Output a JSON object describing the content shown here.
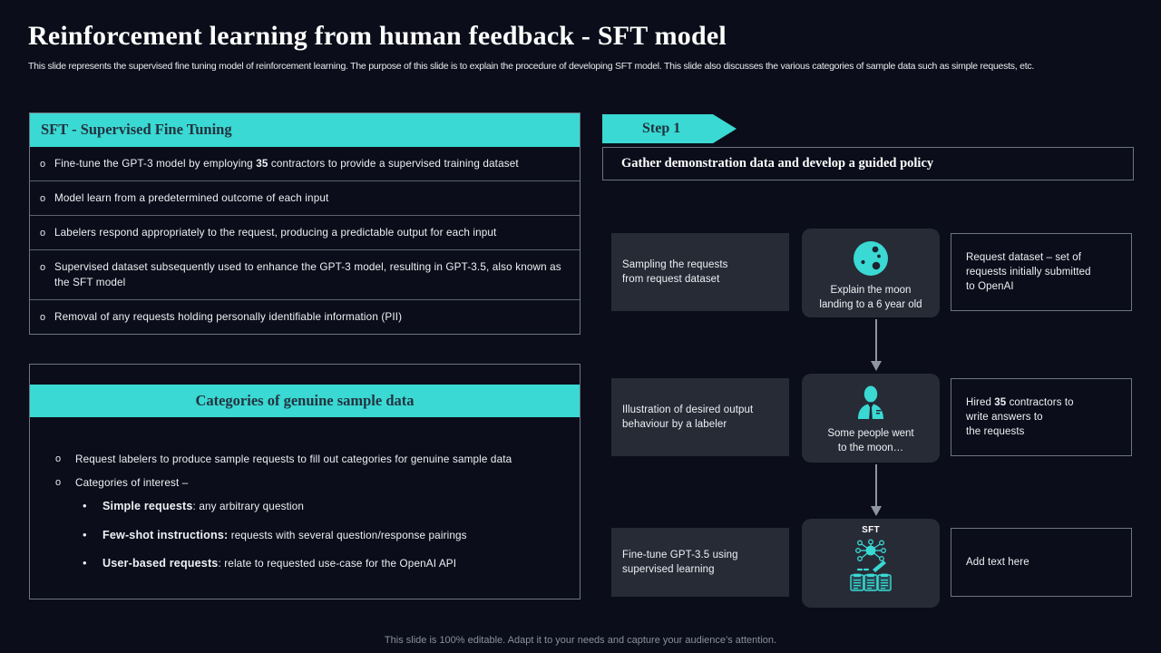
{
  "header": {
    "title": "Reinforcement learning from human feedback - SFT model",
    "subtitle": "This slide represents the supervised fine tuning model of reinforcement learning. The purpose of this slide is to explain the procedure of developing SFT model. This slide also discusses the various categories of sample data such as simple requests, etc."
  },
  "colors": {
    "background": "#0b0e1a",
    "accent": "#3ad9d3",
    "card": "#272b36",
    "border": "#6e7480",
    "text": "#eef0f4",
    "muted": "#8b8f9c"
  },
  "sft_panel": {
    "heading": "SFT - Supervised Fine Tuning",
    "bullet_marker": "o",
    "rows": [
      {
        "pre": "Fine-tune  the GPT-3  model  by employing ",
        "bold": "35",
        "post": " contractors  to provide   a supervised  training  dataset"
      },
      {
        "pre": "Model learn  from  a predetermined  outcome  of each input",
        "bold": "",
        "post": ""
      },
      {
        "pre": "Labelers  respond  appropriately  to the request, producing  a predictable  output for  each input",
        "bold": "",
        "post": ""
      },
      {
        "pre": "Supervised  dataset subsequently used to enhance the GPT-3  model, resulting in GPT-3.5,  also known as the SFT model",
        "bold": "",
        "post": ""
      },
      {
        "pre": "Removal  of any requests holding  personally  identifiable  information  (PII)",
        "bold": "",
        "post": ""
      }
    ]
  },
  "categories_panel": {
    "heading": "Categories of genuine sample data",
    "bullet_marker": "o",
    "sub_marker": "•",
    "items": [
      "Request labelers  to produce  sample requests to fill out categories for genuine  sample data",
      "Categories  of interest –"
    ],
    "sub_items": [
      {
        "label": "Simple requests",
        "desc": ": any arbitrary  question"
      },
      {
        "label": "Few-shot instructions:",
        "desc": " requests with several  question/response  pairings"
      },
      {
        "label": "User-based requests",
        "desc": ": relate to requested  use-case  for the OpenAI API"
      }
    ]
  },
  "step": {
    "badge": "Step 1",
    "title": "Gather demonstration data and develop a guided policy"
  },
  "flow": {
    "rows": [
      {
        "left": "Sampling the requests\nfrom request dataset",
        "center_icon": "moon-icon",
        "center_caption": "Explain the moon\nlanding to a 6 year old",
        "center_label": "",
        "right_pre": "Request dataset – set of\nrequests initially submitted\nto OpenAI",
        "right_bold": "",
        "right_post": ""
      },
      {
        "left": "Illustration of desired output\nbehaviour  by a labeler",
        "center_icon": "person-icon",
        "center_caption": "Some people  went\nto the moon…",
        "center_label": "",
        "right_pre": "Hired ",
        "right_bold": "35",
        "right_post": " contractors to\nwrite answers to\nthe requests"
      },
      {
        "left": "Fine-tune  GPT-3.5 using\nsupervised  learning",
        "center_icon": "sft-network-icon",
        "center_caption": "",
        "center_label": "SFT",
        "right_pre": "Add text here",
        "right_bold": "",
        "right_post": ""
      }
    ]
  },
  "footer": {
    "text": "This slide is 100% editable. Adapt it to your needs and capture your audience’s attention."
  }
}
